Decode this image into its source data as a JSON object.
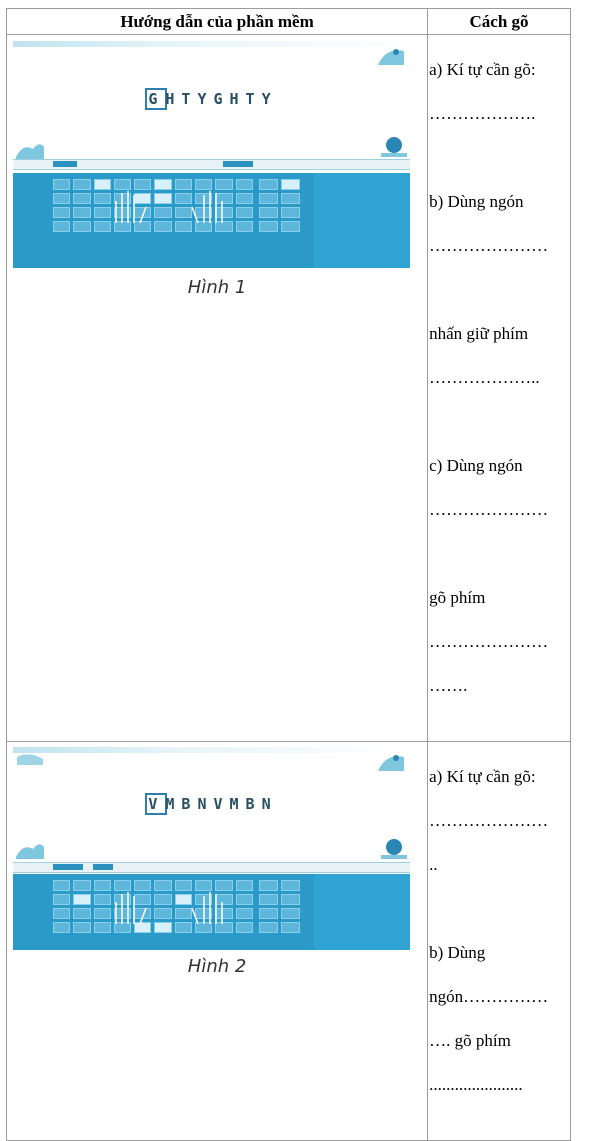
{
  "table": {
    "header_guide": "Hướng dẫn của phần mềm",
    "header_how": "Cách gõ"
  },
  "figure1": {
    "first_letter": "G",
    "rest_letters": "HTYGHTY",
    "caption": "Hình 1"
  },
  "figure2": {
    "first_letter": "V",
    "rest_letters": "MBNVMBN",
    "caption": "Hình 2"
  },
  "answers1": {
    "a_label": "a) Kí tự cần gõ:",
    "a_blank": "……………….",
    "b_label": "b) Dùng ngón",
    "b_blank": "…………………",
    "hold_label": "nhấn giữ phím",
    "hold_blank": "………………..",
    "c_label": "c) Dùng ngón",
    "c_blank": "…………………",
    "press_label": "gõ phím",
    "press_blank1": "…………………",
    "press_blank2": "……."
  },
  "answers2": {
    "a_label": "a) Kí tự cần gõ:",
    "a_blank1": "…………………",
    "a_blank2": "..",
    "b_line1": "b) Dùng",
    "b_line2": "ngón……………",
    "b_line3": "…. gõ phím",
    "b_line4": "......................"
  },
  "colors": {
    "keyboard": "#2a9ac9",
    "border": "#9c9c9c",
    "text": "#2a4f63"
  }
}
